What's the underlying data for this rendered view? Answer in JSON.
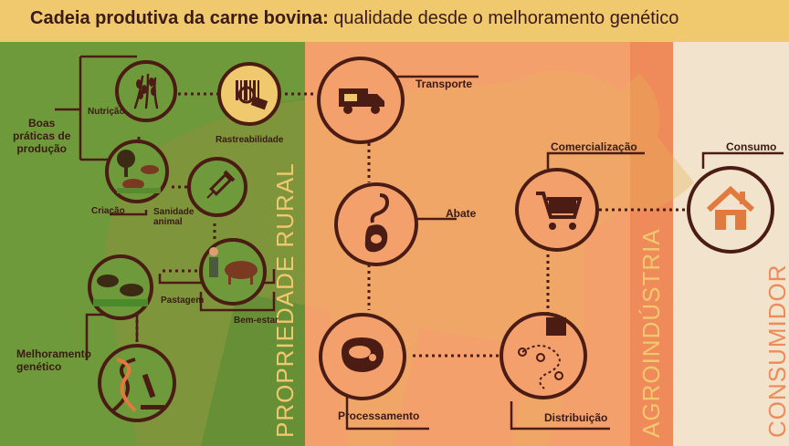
{
  "header": {
    "title_bold": "Cadeia produtiva da carne bovina:",
    "title_rest": " qualidade desde o melhoramento genético"
  },
  "sections": {
    "rural": "PROPRIEDADE RURAL",
    "agro": "AGROINDÚSTRIA",
    "consumer": "CONSUMIDOR"
  },
  "nodes": {
    "nutricao": "Nutrição",
    "rastreabilidade": "Rastreabilidade",
    "boas_praticas": [
      "Boas",
      "práticas de",
      "produção"
    ],
    "criacao": "Criação",
    "sanidade": [
      "Sanidade",
      "animal"
    ],
    "pastagem": "Pastagem",
    "bem_estar": "Bem-estar",
    "melhoramento": [
      "Melhoramento",
      "genético"
    ],
    "transporte": "Transporte",
    "abate": "Abate",
    "processamento": "Processamento",
    "distribuicao": "Distribuição",
    "comercializacao": "Comercialização",
    "consumo": "Consumo"
  },
  "colors": {
    "header_bg": "#f0c96f",
    "rural_bg": "#6f9a3b",
    "agro_bg": "#f3a06d",
    "consumer_bg": "#f2e3cc",
    "outline": "#4a1c14",
    "icon_accent": "#e07a3e"
  },
  "icons": [
    "wheat-icon",
    "barcode-scanner-icon",
    "truck-icon",
    "tree-cattle-icon",
    "syringe-icon",
    "hook-meat-icon",
    "cart-icon",
    "house-icon",
    "cows-grazing-icon",
    "farmer-cow-icon",
    "steak-icon",
    "delivery-route-icon",
    "dna-microscope-icon"
  ]
}
